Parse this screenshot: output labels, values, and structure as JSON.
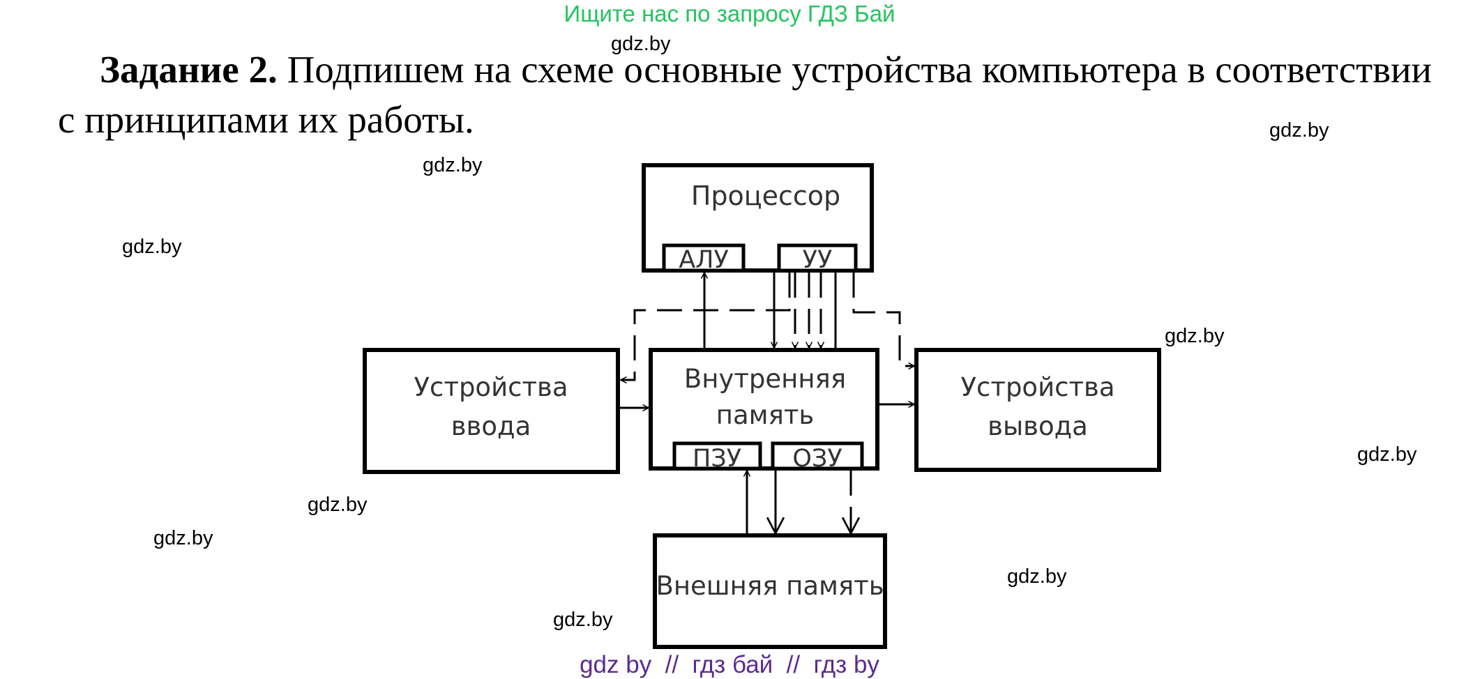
{
  "banner": "Ищите нас по запросу ГДЗ Бай",
  "task": {
    "number": "Задание 2.",
    "text": "Подпишем на схеме основные устройства компьютера в соответствии с принципами их работы."
  },
  "diagram": {
    "processor": {
      "label": "Процессор",
      "alu": "АЛУ",
      "cu": "УУ"
    },
    "input": {
      "line1": "Устройства",
      "line2": "ввода"
    },
    "internal_memory": {
      "line1": "Внутренняя",
      "line2": "память",
      "rom": "ПЗУ",
      "ram": "ОЗУ"
    },
    "output": {
      "line1": "Устройства",
      "line2": "вывода"
    },
    "external_memory": {
      "label": "Внешняя память"
    }
  },
  "watermarks": [
    "gdz.by",
    "gdz.by",
    "gdz.by",
    "gdz.by",
    "gdz.by",
    "gdz.by",
    "gdz.by",
    "gdz.by",
    "gdz.by",
    "gdz.by"
  ],
  "footer": "gdz by  //  гдз бай  //  гдз by"
}
